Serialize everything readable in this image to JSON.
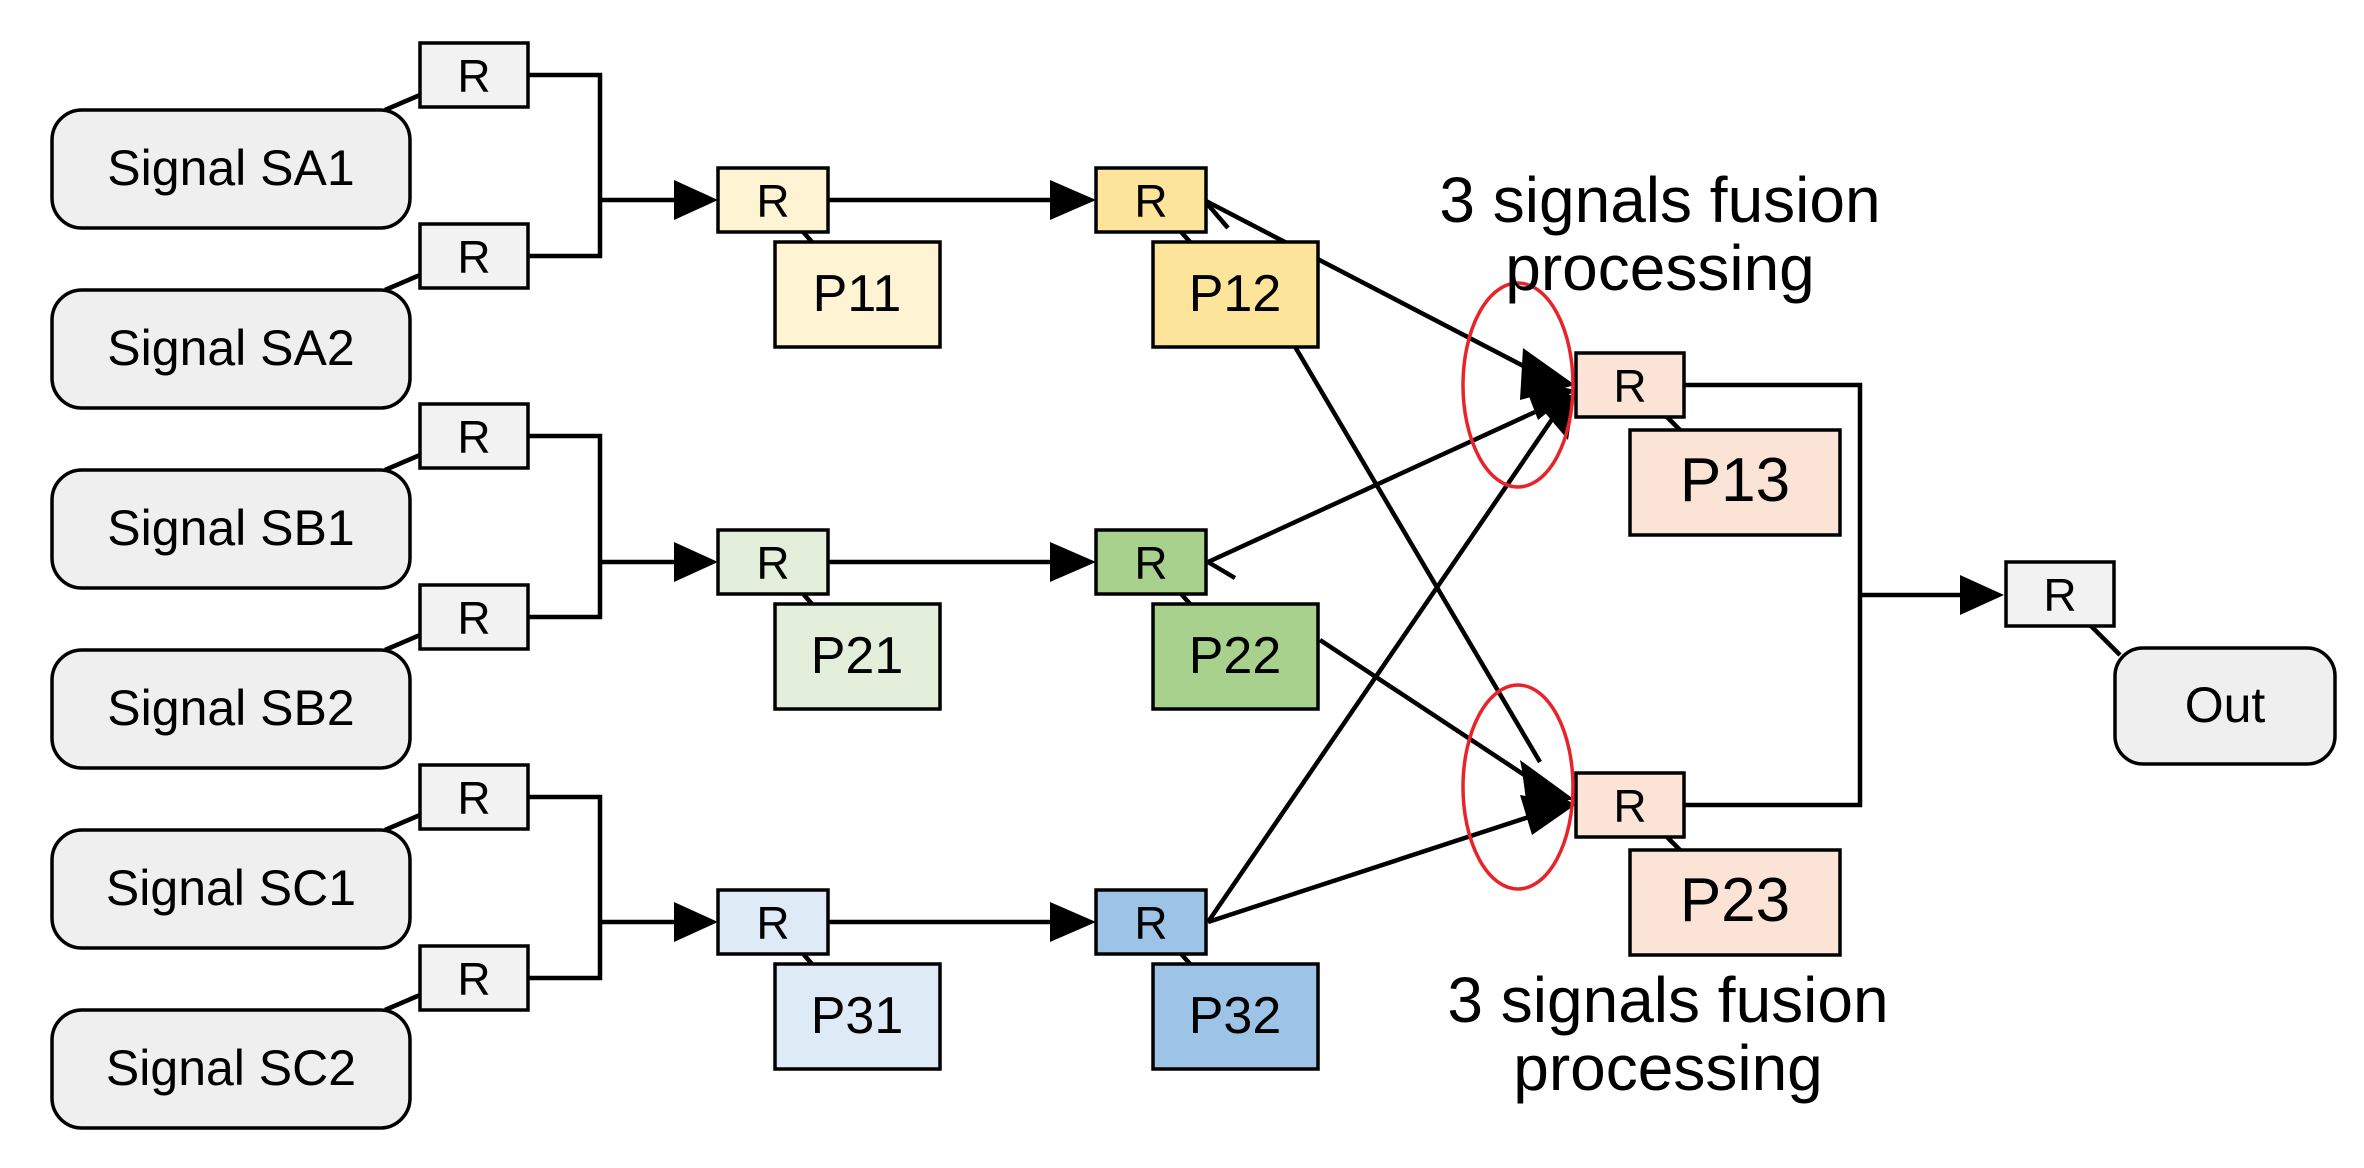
{
  "signals": [
    "Signal SA1",
    "Signal SA2",
    "Signal SB1",
    "Signal SB2",
    "Signal SC1",
    "Signal SC2"
  ],
  "register_label": "R",
  "stage1": [
    "P11",
    "P21",
    "P31"
  ],
  "stage2": [
    "P12",
    "P22",
    "P32"
  ],
  "fusion_nodes": [
    "P13",
    "P23"
  ],
  "output": "Out",
  "annotations": {
    "top_line1": "3 signals fusion",
    "top_line2": "processing",
    "bottom_line1": "3 signals fusion",
    "bottom_line2": "processing"
  },
  "colors": {
    "signal_fill": "#efefef",
    "register_fill": "#f2f2f2",
    "P11": "#fef3d3",
    "P12": "#fde49b",
    "P21": "#e3efda",
    "P22": "#a9d18e",
    "P31": "#dfeaf7",
    "P32": "#9dc3e6",
    "fusion": "#fbe4d5",
    "ellipse": "#e8232a"
  }
}
